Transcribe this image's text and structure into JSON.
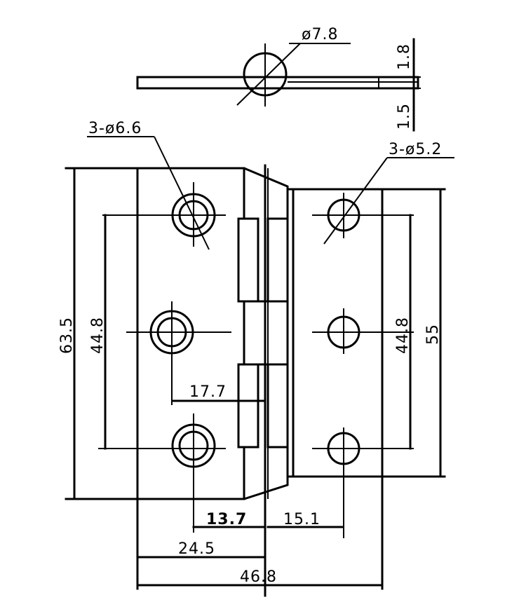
{
  "labels": {
    "top_hole_dia": "ø7.8",
    "thick_18": "1.8",
    "thick_15": "1.5",
    "left_holes": "3-ø6.6",
    "right_holes": "3-ø5.2",
    "height_total": "63.5",
    "left_pitch": "44.8",
    "right_pitch": "44.8",
    "right_height": "55",
    "left_offset": "17.7",
    "knuckle": "13.7",
    "right_offset": "15.1",
    "left_width": "24.5",
    "total_width": "46.8"
  }
}
